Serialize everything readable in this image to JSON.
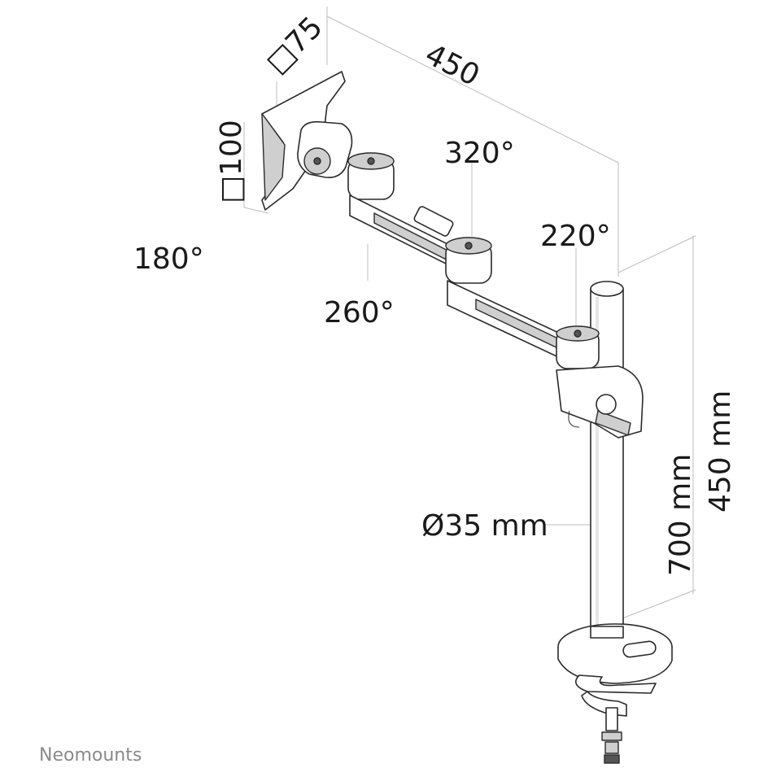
{
  "dimensions": {
    "vesa_small": "□75",
    "vesa_large": "□100",
    "arm_length": "450",
    "rotation_pivot": "320°",
    "rotation_base": "220°",
    "rotation_head": "180°",
    "rotation_mid": "260°",
    "pole_diameter": "Ø35 mm",
    "pole_height": "700 mm",
    "height_range": "450 mm"
  },
  "brand": {
    "name": "Neomounts"
  },
  "colors": {
    "line": "#2a2a2a",
    "dim_line": "#bdbdbd",
    "text": "#1a1a1a",
    "brand": "#8a8a8a"
  }
}
